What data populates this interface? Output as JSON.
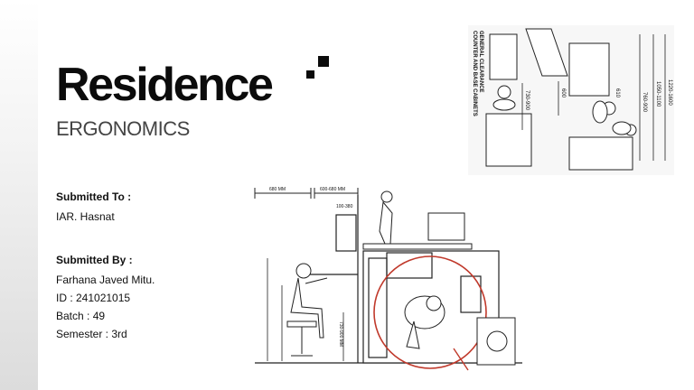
{
  "title": "Residence",
  "subtitle": "ERGONOMICS",
  "submitted_to": {
    "label": "Submitted To :",
    "name": "IAR. Hasnat"
  },
  "submitted_by": {
    "label": "Submitted By :",
    "lines": [
      "Farhana Javed Mitu.",
      "ID : 241021015",
      "Batch : 49",
      "Semester : 3rd"
    ]
  },
  "drawing_top": {
    "heading_1": "COUNTER AND BASE CABINETS",
    "heading_2": "GENERAL CLEARANCE",
    "dims": [
      "1220-1600",
      "1050-1100",
      "760-900",
      "600",
      "610",
      "730-900"
    ]
  },
  "drawing_bottom": {
    "dims": [
      "680 MM",
      "600-680 MM",
      "100-380",
      "730-900 MM"
    ]
  },
  "colors": {
    "accent_red": "#c0392b",
    "text": "#111111",
    "muted": "#444444"
  }
}
